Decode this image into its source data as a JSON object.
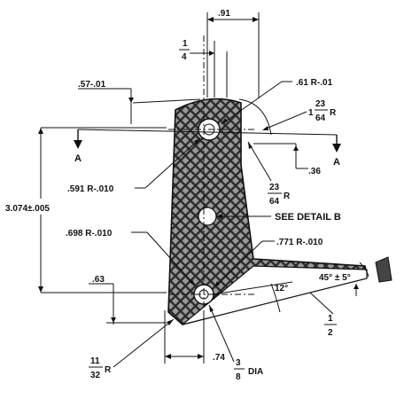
{
  "drawing": {
    "dim_top_width": ".91",
    "dim_quarter_num": "1",
    "dim_quarter_den": "4",
    "dim_top_offset": ".57-.01",
    "dim_top_radius": ".61 R-.01",
    "dim_right_radius_whole": "1",
    "dim_right_radius_num": "23",
    "dim_right_radius_den": "64",
    "dim_right_radius_suffix": "R",
    "section_label_left": "A",
    "section_label_right": "A",
    "dim_36": ".36",
    "dim_591": ".591 R-.010",
    "dim_23_64_num": "23",
    "dim_23_64_den": "64",
    "dim_23_64_suffix": "R",
    "dim_height": "3.074±.005",
    "see_detail": "SEE DETAIL B",
    "dim_698": ".698 R-.010",
    "dim_771": ".771 R-.010",
    "dim_63": ".63",
    "dim_angle_45": "45° ± 5°",
    "dim_angle_12": "12°",
    "dim_half_num": "1",
    "dim_half_den": "2",
    "dim_11_32_num": "11",
    "dim_11_32_den": "32",
    "dim_11_32_suffix": "R",
    "dim_74": ".74",
    "dim_dia_num": "3",
    "dim_dia_den": "8",
    "dim_dia_suffix": "DIA"
  }
}
